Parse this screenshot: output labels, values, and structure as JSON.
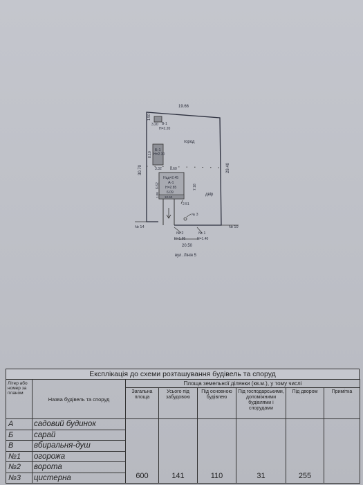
{
  "plan": {
    "top_width": "19.66",
    "left_side": "30.70",
    "right_side": "29.40",
    "bottom_width": "20.50",
    "street": "вул. Лінія 5",
    "garden": "город",
    "yard": "двір",
    "labels": {
      "v_dim_top": "1.50",
      "v_name": "В-1",
      "v_dim": "3.20",
      "v_height": "Н=2.20",
      "b_dim_v": "8.10",
      "b_name": "Б-1",
      "b_height": "Н=2.30",
      "dim_332": "3.32",
      "dim_860": "8.60",
      "a_hcd": "Нцд=2.45",
      "a_name": "А-1",
      "a_height": "Н=2.85",
      "a_width": "6.09",
      "a_depth": "7.18",
      "a_left": "6.62",
      "a_left2": "1.00",
      "a_strip": "10.60",
      "dim_251": "2.51",
      "n3": "№ 3",
      "n14": "№ 14",
      "n10": "№ 10",
      "n2": "№ 2",
      "n2_h": "Н=1.95",
      "n1": "№ 1",
      "n1_h": "Н=1.40"
    }
  },
  "table": {
    "title": "Експлікація до схеми розташування будівель та споруд",
    "col_letter": "Літер або номер за планом",
    "col_name": "Назва будівель та споруд",
    "area_header": "Площа земельної ділянки  (кв.м.), у тому числі",
    "sub_headers": [
      "Загальна площа",
      "Усього під забудовою",
      "Під основною будівлею",
      "Під господарськими, допоміжними будівлями і спорудами",
      "Під двором",
      "Примітка"
    ],
    "rows": [
      {
        "letter": "А",
        "name": "садовий будинок"
      },
      {
        "letter": "Б",
        "name": "сарай"
      },
      {
        "letter": "В",
        "name": "вбиральня-душ"
      },
      {
        "letter": "№1",
        "name": "огорожа"
      },
      {
        "letter": "№2",
        "name": "ворота"
      },
      {
        "letter": "№3",
        "name": "цистерна"
      }
    ],
    "values": [
      "600",
      "141",
      "110",
      "31",
      "255",
      ""
    ]
  }
}
